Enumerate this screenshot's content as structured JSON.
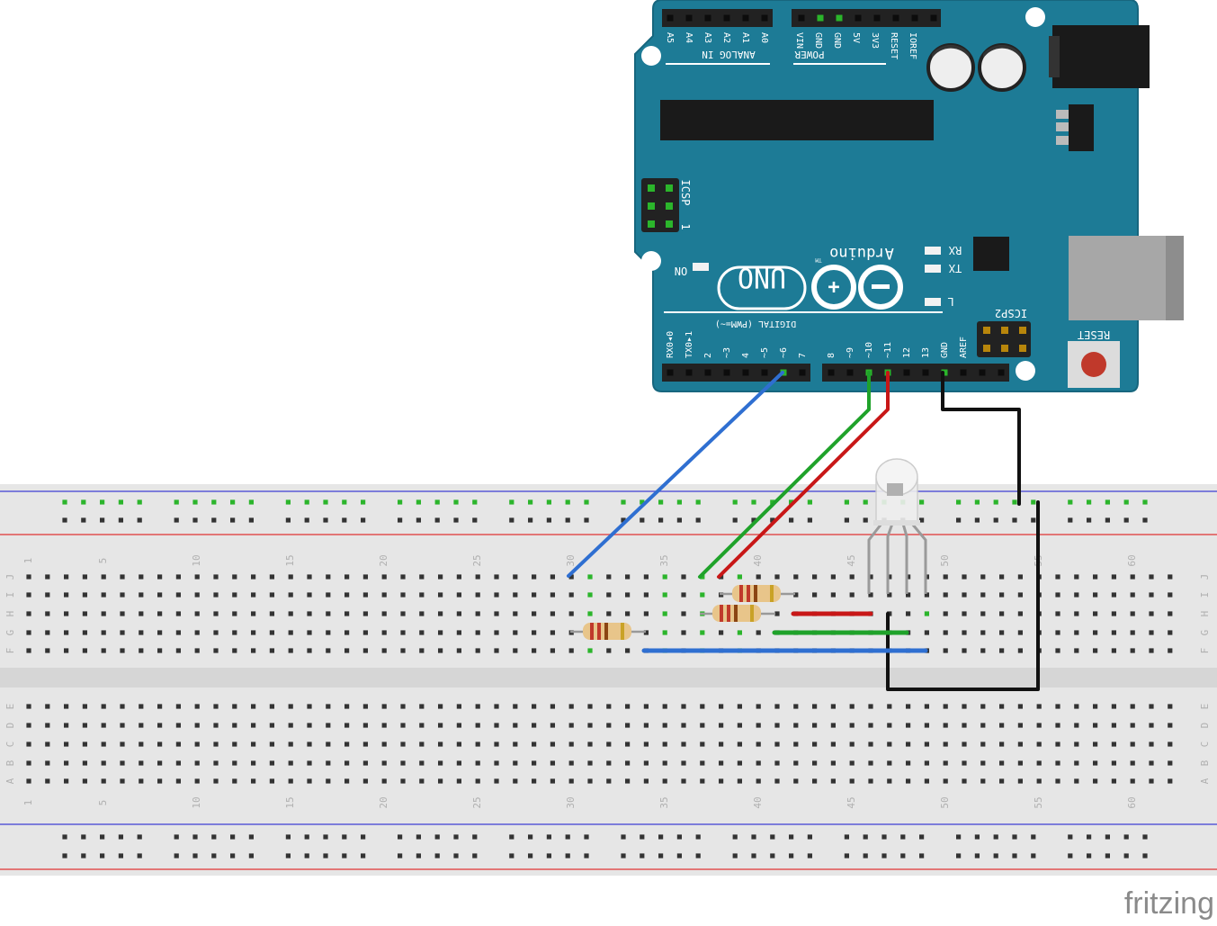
{
  "arduino": {
    "brand": "Arduino",
    "model": "UNO",
    "tm": "TM",
    "headers": {
      "analog_title": "ANALOG IN",
      "analog_pins": [
        "A5",
        "A4",
        "A3",
        "A2",
        "A1",
        "A0"
      ],
      "power_title": "POWER",
      "power_pins": [
        "VIN",
        "GND",
        "GND",
        "5V",
        "3V3",
        "RESET",
        "IOREF"
      ],
      "digital_title": "DIGITAL (PWM=~)",
      "digital_pins_left": [
        "RX0◂0",
        "TX0▸1",
        "2",
        "~3",
        "4",
        "~5",
        "~6",
        "7"
      ],
      "digital_pins_right": [
        "8",
        "~9",
        "~10",
        "~11",
        "12",
        "13",
        "GND",
        "AREF"
      ]
    },
    "labels": {
      "icsp": "ICSP",
      "icsp2": "ICSP2",
      "icsp_pin1": "1",
      "on": "ON",
      "rx": "RX",
      "tx": "TX",
      "l": "L",
      "reset": "RESET"
    },
    "board_color": "#1d7b96"
  },
  "breadboard": {
    "column_numbers": [
      "1",
      "5",
      "10",
      "15",
      "20",
      "25",
      "30",
      "35",
      "40",
      "45",
      "50",
      "55",
      "60"
    ],
    "rows_top": [
      "J",
      "I",
      "H",
      "G",
      "F"
    ],
    "rows_bottom": [
      "E",
      "D",
      "C",
      "B",
      "A"
    ]
  },
  "wires": {
    "pin6": "#2f6fd1",
    "pin10": "#1fa22a",
    "pin11": "#c81717",
    "gnd": "#111111"
  },
  "watermark": "fritzing"
}
